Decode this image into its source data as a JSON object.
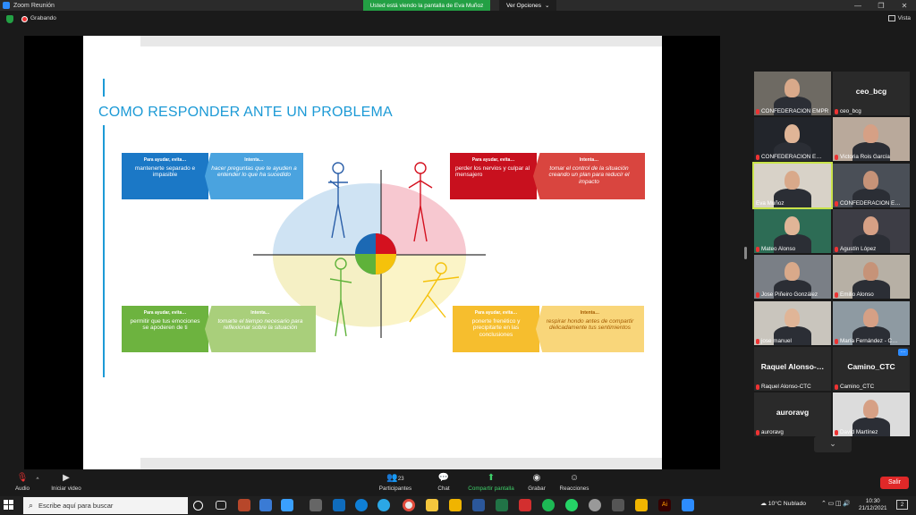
{
  "window": {
    "title": "Zoom Reunión",
    "share_banner": "Usted está viendo la pantalla de Eva Muñoz",
    "view_options": "Ver Opciones",
    "recording": "Grabando",
    "view": "Vista"
  },
  "slide": {
    "title": "COMO RESPONDER ANTE UN PROBLEMA",
    "quadrants": [
      {
        "left_head": "Para ayudar, evita…",
        "left_text": "mantenerte separado e impasible",
        "right_head": "Intenta…",
        "right_text": "hacer preguntas que te ayuden a entender lo que ha sucedido",
        "left_color": "#1b78c6",
        "right_color": "#4aa3df"
      },
      {
        "left_head": "Para ayudar, evita…",
        "left_text": "perder los nervios y culpar al mensajero",
        "right_head": "Intenta…",
        "right_text": "tomar el control de la situación creando un plan para reducir el impacto",
        "left_color": "#c8101e",
        "right_color": "#d9453f"
      },
      {
        "left_head": "Para ayudar, evita…",
        "left_text": "permitir que tus emociones se apoderen de ti",
        "right_head": "Intenta…",
        "right_text": "tomarte el tiempo necesario para reflexionar sobre la situación",
        "left_color": "#6db33f",
        "right_color": "#a9cf7b"
      },
      {
        "left_head": "Para ayudar, evita…",
        "left_text": "ponerte frenético y precipitarte en las conclusiones",
        "right_head": "Intenta…",
        "right_text": "respirar hondo antes de compartir delicadamente tus sentimientos",
        "left_color": "#f6be2e",
        "right_color": "#f9d67a"
      }
    ]
  },
  "participants": [
    {
      "name": "CONFEDERACION EMPR…",
      "video": true
    },
    {
      "name": "ceo_bcg",
      "big_name": "ceo_bcg",
      "video": false
    },
    {
      "name": "CONFEDERACION E…",
      "video": true
    },
    {
      "name": "Victoria Rois García",
      "video": true
    },
    {
      "name": "Eva Muñoz",
      "video": true,
      "active": true
    },
    {
      "name": "CONFEDERACION E…",
      "video": true
    },
    {
      "name": "Mateo Alonso",
      "video": true
    },
    {
      "name": "Agustín López",
      "video": true
    },
    {
      "name": "Jose Piñeiro González",
      "video": true
    },
    {
      "name": "Emilio Alonso",
      "video": true
    },
    {
      "name": "jose manuel",
      "video": true
    },
    {
      "name": "María Fernández - C…",
      "video": true
    },
    {
      "name": "Raquel Alonso-CTC",
      "big_name": "Raquel Alonso-…",
      "video": false
    },
    {
      "name": "Camino_CTC",
      "big_name": "Camino_CTC",
      "video": false
    },
    {
      "name": "auroravg",
      "big_name": "auroravg",
      "video": false
    },
    {
      "name": "David Martínez",
      "video": true
    }
  ],
  "toolbar": {
    "audio": "Audio",
    "video": "Iniciar video",
    "participants": "Participantes",
    "participants_count": "23",
    "chat": "Chat",
    "share": "Compartir pantalla",
    "record": "Grabar",
    "reactions": "Reacciones",
    "exit": "Salir"
  },
  "taskbar": {
    "search_placeholder": "Escribe aquí para buscar",
    "weather": "10°C Nublado",
    "time": "10:30",
    "date": "21/12/2021",
    "notifications": "2"
  }
}
